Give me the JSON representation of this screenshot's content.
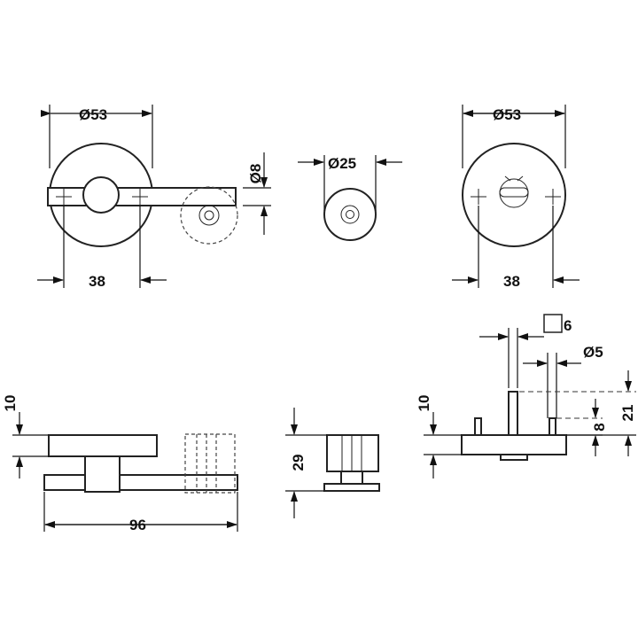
{
  "dimensions": {
    "top_left_diameter": "Ø53",
    "top_left_pin_diameter": "Ø8",
    "top_left_width": "38",
    "top_middle_diameter": "Ø25",
    "top_right_diameter": "Ø53",
    "top_right_width": "38",
    "bottom_left_height": "10",
    "bottom_left_length": "96",
    "bottom_middle_height": "29",
    "bottom_right_square": "6",
    "bottom_right_diameter": "Ø5",
    "bottom_right_height_a": "10",
    "bottom_right_height_b": "8",
    "bottom_right_height_c": "21"
  }
}
